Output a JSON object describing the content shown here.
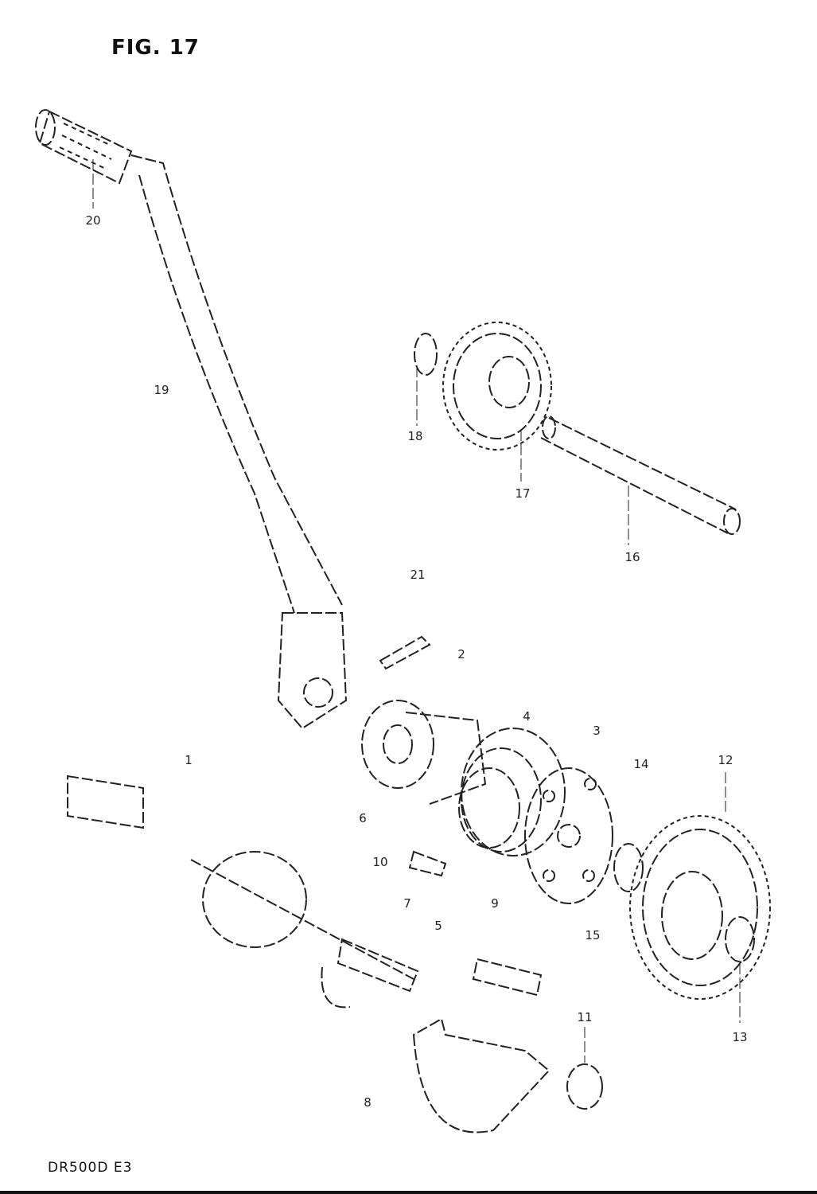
{
  "title": "FIG. 17",
  "model_code": "DR500D E3",
  "callouts": {
    "p1": "1",
    "p2": "2",
    "p3": "3",
    "p4": "4",
    "p5": "5",
    "p6": "6",
    "p7": "7",
    "p8": "8",
    "p9": "9",
    "p10": "10",
    "p11": "11",
    "p12": "12",
    "p13": "13",
    "p14": "14",
    "p15": "15",
    "p16": "16",
    "p17": "17",
    "p18": "18",
    "p19": "19",
    "p20": "20",
    "p21": "21"
  }
}
